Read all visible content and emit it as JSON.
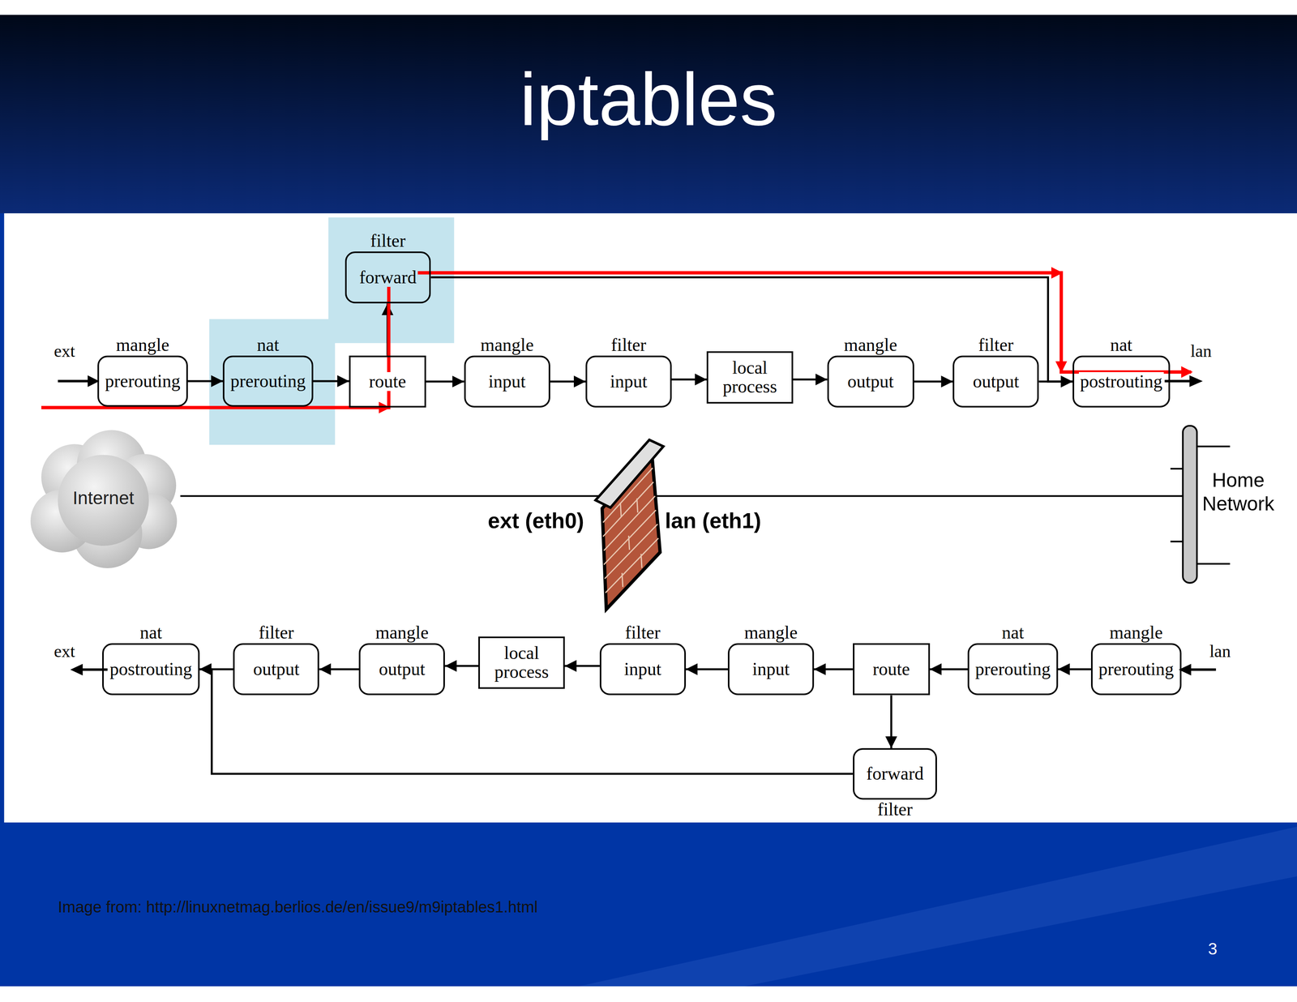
{
  "diagram": {
    "title": "iptables",
    "nodes": [
      {
        "text": [
          "filter",
          "forward"
        ]
      },
      {
        "text": [
          "mangle",
          "prerouting"
        ]
      },
      {
        "text": [
          "nat",
          "prerouting"
        ]
      },
      {
        "text": [
          "route"
        ]
      },
      {
        "text": [
          "mangle",
          "input"
        ]
      },
      {
        "text": [
          "filter",
          "input"
        ]
      },
      {
        "text": [
          "local process"
        ]
      },
      {
        "text": [
          "mangle",
          "output"
        ]
      },
      {
        "text": [
          "filter",
          "output"
        ]
      },
      {
        "text": [
          "nat",
          "postrouting"
        ]
      },
      {
        "text": [
          "Internet"
        ]
      },
      {
        "text": [
          "nat",
          "postrouting"
        ]
      },
      {
        "text": [
          "filter",
          "output"
        ]
      },
      {
        "text": [
          "mangle",
          "output"
        ]
      },
      {
        "text": [
          "local process"
        ]
      },
      {
        "text": [
          "filter",
          "input"
        ]
      },
      {
        "text": [
          "mangle",
          "input"
        ]
      },
      {
        "text": [
          "route"
        ]
      },
      {
        "text": [
          "nat",
          "prerouting"
        ]
      },
      {
        "text": [
          "mangle",
          "prerouting"
        ]
      },
      {
        "text": [
          "forward",
          "filter"
        ]
      }
    ],
    "edges": [
      {
        "from": 1,
        "to": 2,
        "arrow": "to"
      },
      {
        "from": 2,
        "to": 3,
        "arrow": "to"
      },
      {
        "from": 3,
        "to": 4,
        "arrow": "to"
      },
      {
        "from": 4,
        "to": 5,
        "arrow": "to"
      },
      {
        "from": 5,
        "to": 6,
        "arrow": "to"
      },
      {
        "from": 6,
        "to": 7,
        "arrow": "to"
      },
      {
        "from": 7,
        "to": 8,
        "arrow": "to"
      },
      {
        "from": 8,
        "to": 9,
        "arrow": "to"
      },
      {
        "from": 3,
        "to": 0,
        "arrow": "to"
      },
      {
        "from": 0,
        "to": 9,
        "arrow": "to"
      },
      {
        "from": 19,
        "to": 18,
        "arrow": "to"
      },
      {
        "from": 18,
        "to": 17,
        "arrow": "to"
      },
      {
        "from": 17,
        "to": 16,
        "arrow": "to"
      },
      {
        "from": 16,
        "to": 15,
        "arrow": "to"
      },
      {
        "from": 15,
        "to": 14,
        "arrow": "to"
      },
      {
        "from": 14,
        "to": 13,
        "arrow": "to"
      },
      {
        "from": 13,
        "to": 12,
        "arrow": "to"
      },
      {
        "from": 12,
        "to": 11,
        "arrow": "to"
      },
      {
        "from": 17,
        "to": 20,
        "arrow": "to"
      },
      {
        "from": 20,
        "to": 11,
        "arrow": "to"
      }
    ],
    "labels": [
      "ext",
      "lan",
      "ext (eth0)",
      "lan (eth1)",
      "Home Network",
      "ext",
      "lan",
      "Image from: http://linuxnetmag.berlios.de/en/issue9/m9iptables1.html",
      "3"
    ]
  }
}
